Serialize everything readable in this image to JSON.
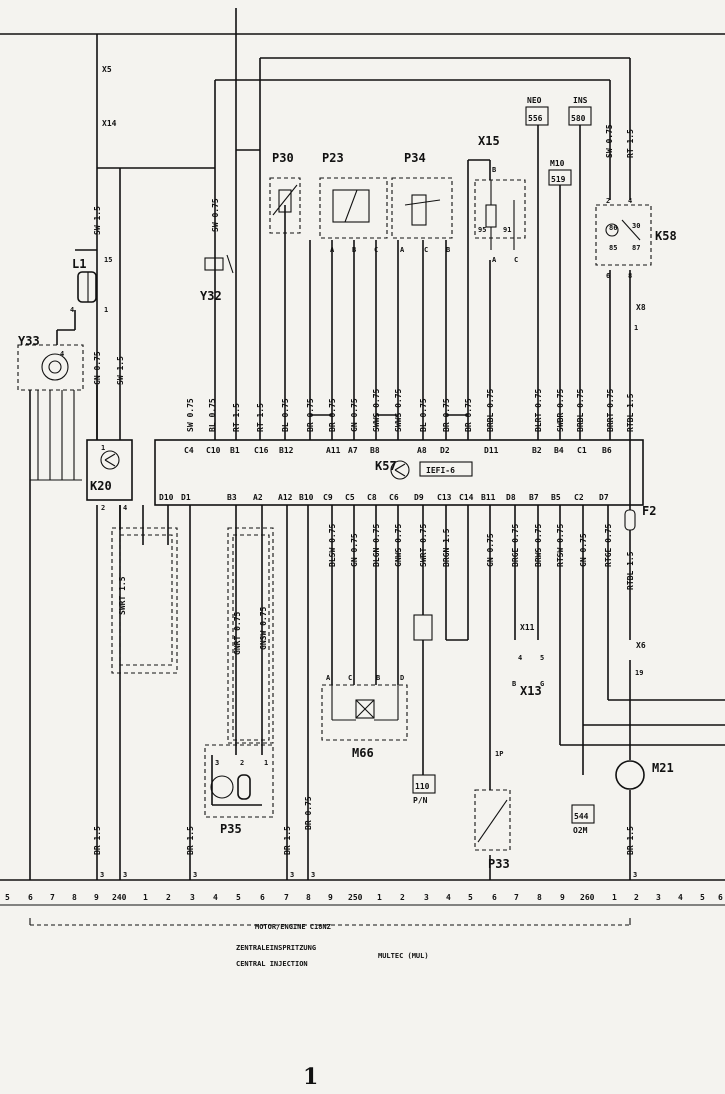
{
  "components": {
    "x5": "X5",
    "x14": "X14",
    "l1": "L1",
    "y33": "Y33",
    "y32": "Y32",
    "k20": "K20",
    "p30": "P30",
    "p23": "P23",
    "p34": "P34",
    "x15": "X15",
    "k58": "K58",
    "k57": "K57",
    "iefi": "IEFI-6",
    "p35": "P35",
    "m66": "M66",
    "p33": "P33",
    "x13": "X13",
    "x11": "X11",
    "x6": "X6",
    "x8": "X8",
    "f2": "F2",
    "m21": "M21"
  },
  "refs": {
    "neo": "NEO",
    "ref556": "556",
    "ins": "INS",
    "ref580": "580",
    "m10": "M10",
    "ref519": "519",
    "ref110": "110",
    "pn": "P/N",
    "ref544": "544",
    "o2m": "O2M"
  },
  "k57_top_pins": [
    "C4",
    "C10",
    "B1",
    "C16",
    "B12",
    "A11",
    "A7",
    "B8",
    "A8",
    "D2",
    "D11",
    "B2",
    "B4",
    "C1",
    "B6"
  ],
  "k57_bottom_pins": [
    "D10",
    "D1",
    "B3",
    "A2",
    "A12",
    "B10",
    "C9",
    "C5",
    "C8",
    "C6",
    "D9",
    "C13",
    "C14",
    "B11",
    "D8",
    "B7",
    "B5",
    "C2",
    "D7"
  ],
  "wires_top": [
    "SW 0.75",
    "BL 0.75",
    "RT 1.5",
    "RT 1.5",
    "BL 0.75",
    "BR 0.75",
    "BR 0.75",
    "GN 0.75",
    "SWWS 0.75",
    "SWWS 0.75",
    "BL 0.75",
    "BR 0.75",
    "BR 0.75",
    "BRBL 0.75",
    "BLRT 0.75",
    "SWBR 0.75",
    "BRBL 0.75",
    "BRRT 0.75",
    "RTBL 1.5"
  ],
  "wires_bottom": [
    "BLSW 0.75",
    "GN 0.75",
    "BLGN 0.75",
    "GNWS 0.75",
    "SWRT 0.75",
    "BRGN 1.5",
    "GN 0.75",
    "BRGE 0.75",
    "BRWS 0.75",
    "RTSW 0.75",
    "GN 0.75",
    "RTGE 0.75",
    "RTBL 1.5"
  ],
  "wires_misc": [
    "SW 1.5",
    "SW 0.75",
    "GN 0.75",
    "SW 1.5",
    "SWRT 1.5",
    "GNRT 0.75",
    "GNSW 0.75",
    "BR 1.5",
    "BR 1.5",
    "BR 1.5",
    "BR 0.75",
    "BR 1.5",
    "SW 0.75",
    "RT 1.5"
  ],
  "pin_small": [
    "15",
    "4",
    "1",
    "4",
    "1",
    "2",
    "4",
    "3",
    "2",
    "1",
    "A",
    "B",
    "C",
    "A",
    "C",
    "B",
    "B",
    "A",
    "C",
    "95",
    "91",
    "2",
    "4",
    "86",
    "30",
    "85",
    "87",
    "6",
    "8",
    "1",
    "A",
    "C",
    "B",
    "D",
    "4",
    "5",
    "B",
    "G",
    "19",
    "1P"
  ],
  "ruler": {
    "top_pins": [
      "3",
      "3",
      "3",
      "3",
      "3",
      "3"
    ],
    "cells": [
      "5",
      "6",
      "7",
      "8",
      "9",
      "240",
      "1",
      "2",
      "3",
      "4",
      "5",
      "6",
      "7",
      "8",
      "9",
      "250",
      "1",
      "2",
      "3",
      "4",
      "5",
      "6",
      "7",
      "8",
      "9",
      "260",
      "1",
      "2",
      "3",
      "4",
      "5",
      "6"
    ]
  },
  "captions": {
    "engine": "MOTOR/ENGINE C18NZ",
    "line1": "ZENTRALEINSPRITZUNG",
    "line2": "CENTRAL INJECTION",
    "multec": "MULTEC (MUL)"
  },
  "page_number": "1"
}
